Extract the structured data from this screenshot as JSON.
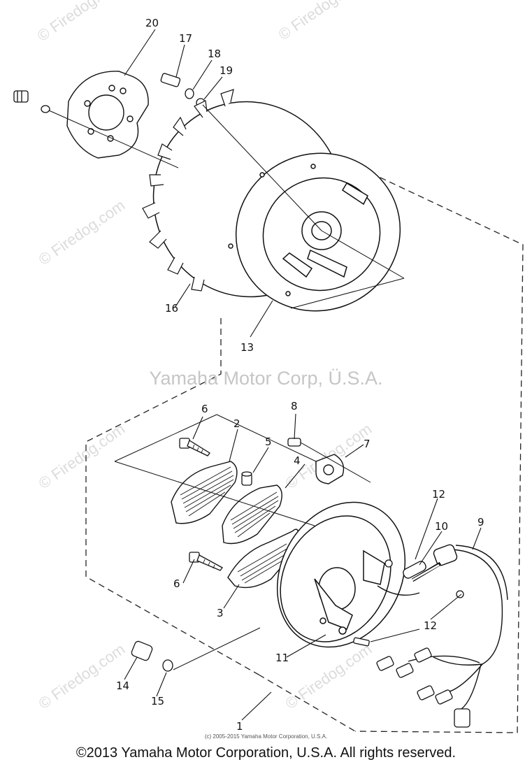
{
  "watermark": {
    "brand": "© Firedog.com",
    "center_text": "Yamaha Motor Corp, Ü.S.A."
  },
  "parts": {
    "p1": "1",
    "p2": "2",
    "p3": "3",
    "p4": "4",
    "p5": "5",
    "p6a": "6",
    "p6b": "6",
    "p7": "7",
    "p8": "8",
    "p9": "9",
    "p10": "10",
    "p11": "11",
    "p12a": "12",
    "p12b": "12",
    "p13": "13",
    "p14": "14",
    "p15": "15",
    "p16": "16",
    "p17": "17",
    "p18": "18",
    "p19": "19",
    "p20": "20"
  },
  "footer": {
    "small_copyright": "(c) 2005-2015 Yamaha Motor Corporation, U.S.A.",
    "copyright": "©2013 Yamaha Motor Corporation, U.S.A. All rights reserved."
  }
}
